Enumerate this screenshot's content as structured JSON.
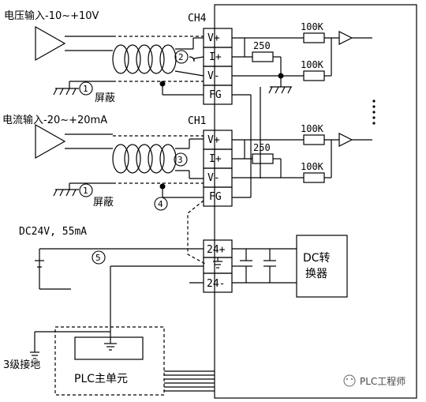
{
  "inputs": {
    "voltage_label": "电压输入-10~+10V",
    "current_label": "电流输入-20~+20mA"
  },
  "channels": {
    "ch4": "CH4",
    "ch1": "CH1"
  },
  "terminals": {
    "v_plus": "V+",
    "i_plus": "I+",
    "v_minus": "V-",
    "fg": "FG",
    "p24_plus": "24+",
    "p24_minus": "24-"
  },
  "resistors": {
    "r250": "250",
    "r100k": "100K"
  },
  "markers": {
    "m1": "1",
    "m2": "2",
    "m3": "3",
    "m4": "4",
    "m5": "5"
  },
  "shield_label": "屏蔽",
  "power_label": "DC24V, 55mA",
  "dc_converter": {
    "line1": "DC转",
    "line2": "换器"
  },
  "ground_label": "3级接地",
  "plc_label": "PLC主单元",
  "watermark": "PLC工程师"
}
